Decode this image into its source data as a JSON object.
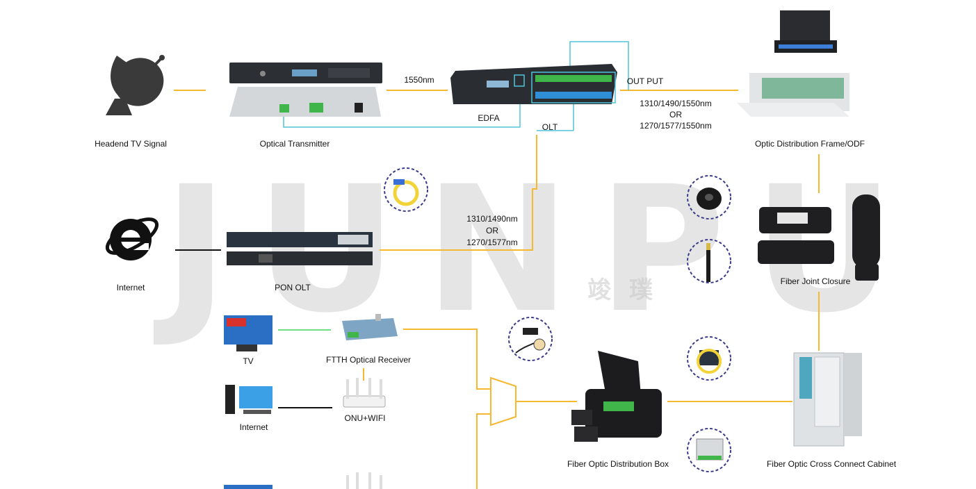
{
  "watermark": {
    "brand": "JUNPU",
    "cn": "竣璞"
  },
  "nodes": {
    "headend": "Headend TV Signal",
    "optical_transmitter": "Optical Transmitter",
    "edfa": "EDFA",
    "odf": "Optic Distribution Frame/ODF",
    "internet_top": "Internet",
    "pon_olt": "PON OLT",
    "fiber_joint_closure": "Fiber Joint Closure",
    "tv": "TV",
    "ftth_receiver": "FTTH Optical Receiver",
    "internet_bottom": "Internet",
    "onu_wifi": "ONU+WIFI",
    "fiber_distribution_box": "Fiber Optic Distribution Box",
    "cross_connect_cabinet": "Fiber Optic Cross Connect Cabinet"
  },
  "link_labels": {
    "l1550": "1550nm",
    "output": "OUT PUT",
    "olt": "OLT",
    "wl_a_1": "1310/1490/1550nm",
    "wl_a_2": "OR",
    "wl_a_3": "1270/1577/1550nm",
    "wl_b_1": "1310/1490nm",
    "wl_b_2": "OR",
    "wl_b_3": "1270/1577nm"
  },
  "colors": {
    "fiber_line": "#f5b82e",
    "cyan_line": "#4ec3da",
    "green_line": "#3fd65a",
    "ethernet_line": "#111111",
    "badge_border": "#3a3a8a"
  }
}
